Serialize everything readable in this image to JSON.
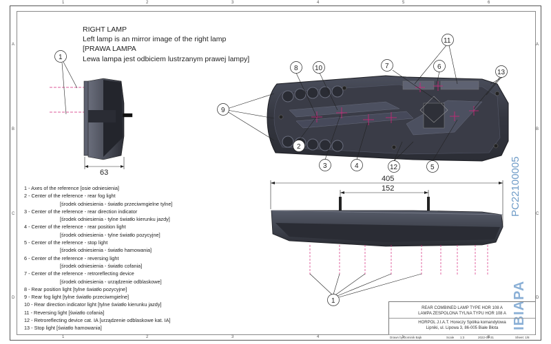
{
  "grid": {
    "columns": [
      "1",
      "2",
      "3",
      "4",
      "5",
      "6"
    ],
    "rows": [
      "A",
      "B",
      "C",
      "D"
    ]
  },
  "header_notes": [
    "RIGHT LAMP",
    "Left lamp is an mirror image of the right lamp",
    "[PRAWA LAMPA",
    "Lewa lampa jest odbiciem lustrzanym prawej lampy]"
  ],
  "dimensions": {
    "side_depth": "63",
    "overall_length": "405",
    "stud_spacing": "152"
  },
  "callouts": [
    "1",
    "2",
    "3",
    "4",
    "5",
    "6",
    "7",
    "8",
    "9",
    "10",
    "11",
    "12",
    "13"
  ],
  "legend": [
    {
      "text": "1 - Axes of the reference [osie odniesienia]",
      "indent": false
    },
    {
      "text": "2 - Center of the reference - rear fog light",
      "indent": false
    },
    {
      "text": "[środek odniesienia - światło przeciwmgielne tylne]",
      "indent": true
    },
    {
      "text": "3 - Center of the reference - rear direction indicator",
      "indent": false
    },
    {
      "text": "[środek odniesienia - tylne światło kierunku jazdy]",
      "indent": true
    },
    {
      "text": "4 - Center of the reference - rear position light",
      "indent": false
    },
    {
      "text": "[środek odniesienia - tylne światło pozycyjne]",
      "indent": true
    },
    {
      "text": "5 - Center of the reference - stop light",
      "indent": false
    },
    {
      "text": "[środek odniesienia - światło hamowania]",
      "indent": true
    },
    {
      "text": "6 - Center of the reference - reversing light",
      "indent": false
    },
    {
      "text": "[środek odniesienia - światło cofania]",
      "indent": true
    },
    {
      "text": "7 - Center of the reference - retroreflecting device",
      "indent": false
    },
    {
      "text": "[środek odniesienia - urządzenie odblaskowe]",
      "indent": true
    },
    {
      "text": "8 - Rear position light [tylne światło pozycyjne]",
      "indent": false
    },
    {
      "text": "9 - Rear fog light [tylne światło przeciwmgielne]",
      "indent": false
    },
    {
      "text": "10 - Rear direction indicator light [tylne światło kierunku jazdy]",
      "indent": false
    },
    {
      "text": "11 - Reversing light [światło cofania]",
      "indent": false
    },
    {
      "text": "12 - Retroreflecting device cat. IA [urządzenie odblaskowe kat. IA]",
      "indent": false
    },
    {
      "text": "13 - Stop light [światło hamowania]",
      "indent": false
    }
  ],
  "title_block": {
    "line1": "REAR COMBINED LAMP TYPE HOR 108 A",
    "line2": "LAMPA ZESPOLONA TYLNA TYPU HOR 108 A",
    "company1": "HORPOL J.I.A.T. Horeczy Spółka komandytowa",
    "company2": "Lipniki, ul. Lipowa 3, 86-005 Białe Błota",
    "drawn_by_label": "Drawn by:",
    "drawn_by": "Dominik Bajk",
    "scale_label": "Scale",
    "scale": "1:3",
    "date": "2022-05-31",
    "sheet": "Sheet: 1/8"
  },
  "doc_id": "PC22100005",
  "brand_watermark": "IBIAPA",
  "colors": {
    "housing": "#3a3d48",
    "housing_dark": "#262831",
    "reference_lines": "#d4237a",
    "doc_id": "#6e9bc7"
  }
}
